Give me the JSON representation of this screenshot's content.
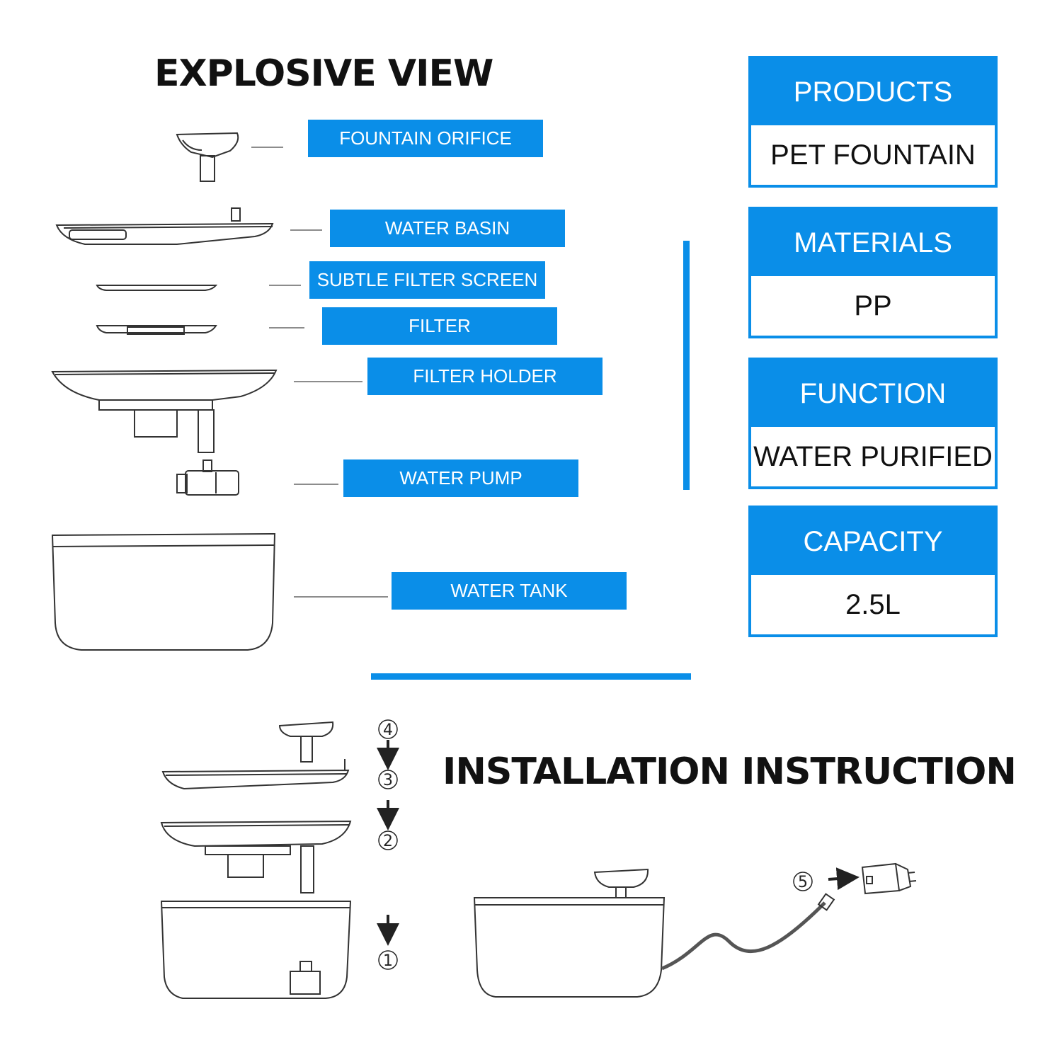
{
  "explosive_title": "EXPLOSIVE VIEW",
  "installation_title": "INSTALLATION INSTRUCTION",
  "parts": [
    "FOUNTAIN ORIFICE",
    "WATER BASIN",
    "SUBTLE FILTER SCREEN",
    "FILTER",
    "FILTER HOLDER",
    "WATER PUMP",
    "WATER TANK"
  ],
  "specs": [
    {
      "label": "PRODUCTS",
      "value": "PET FOUNTAIN"
    },
    {
      "label": "MATERIALS",
      "value": "PP"
    },
    {
      "label": "FUNCTION",
      "value": "WATER PURIFIED"
    },
    {
      "label": "CAPACITY",
      "value": "2.5L"
    }
  ],
  "steps": [
    "4",
    "3",
    "2",
    "1",
    "5"
  ],
  "accent_color": "#0a8ee8"
}
